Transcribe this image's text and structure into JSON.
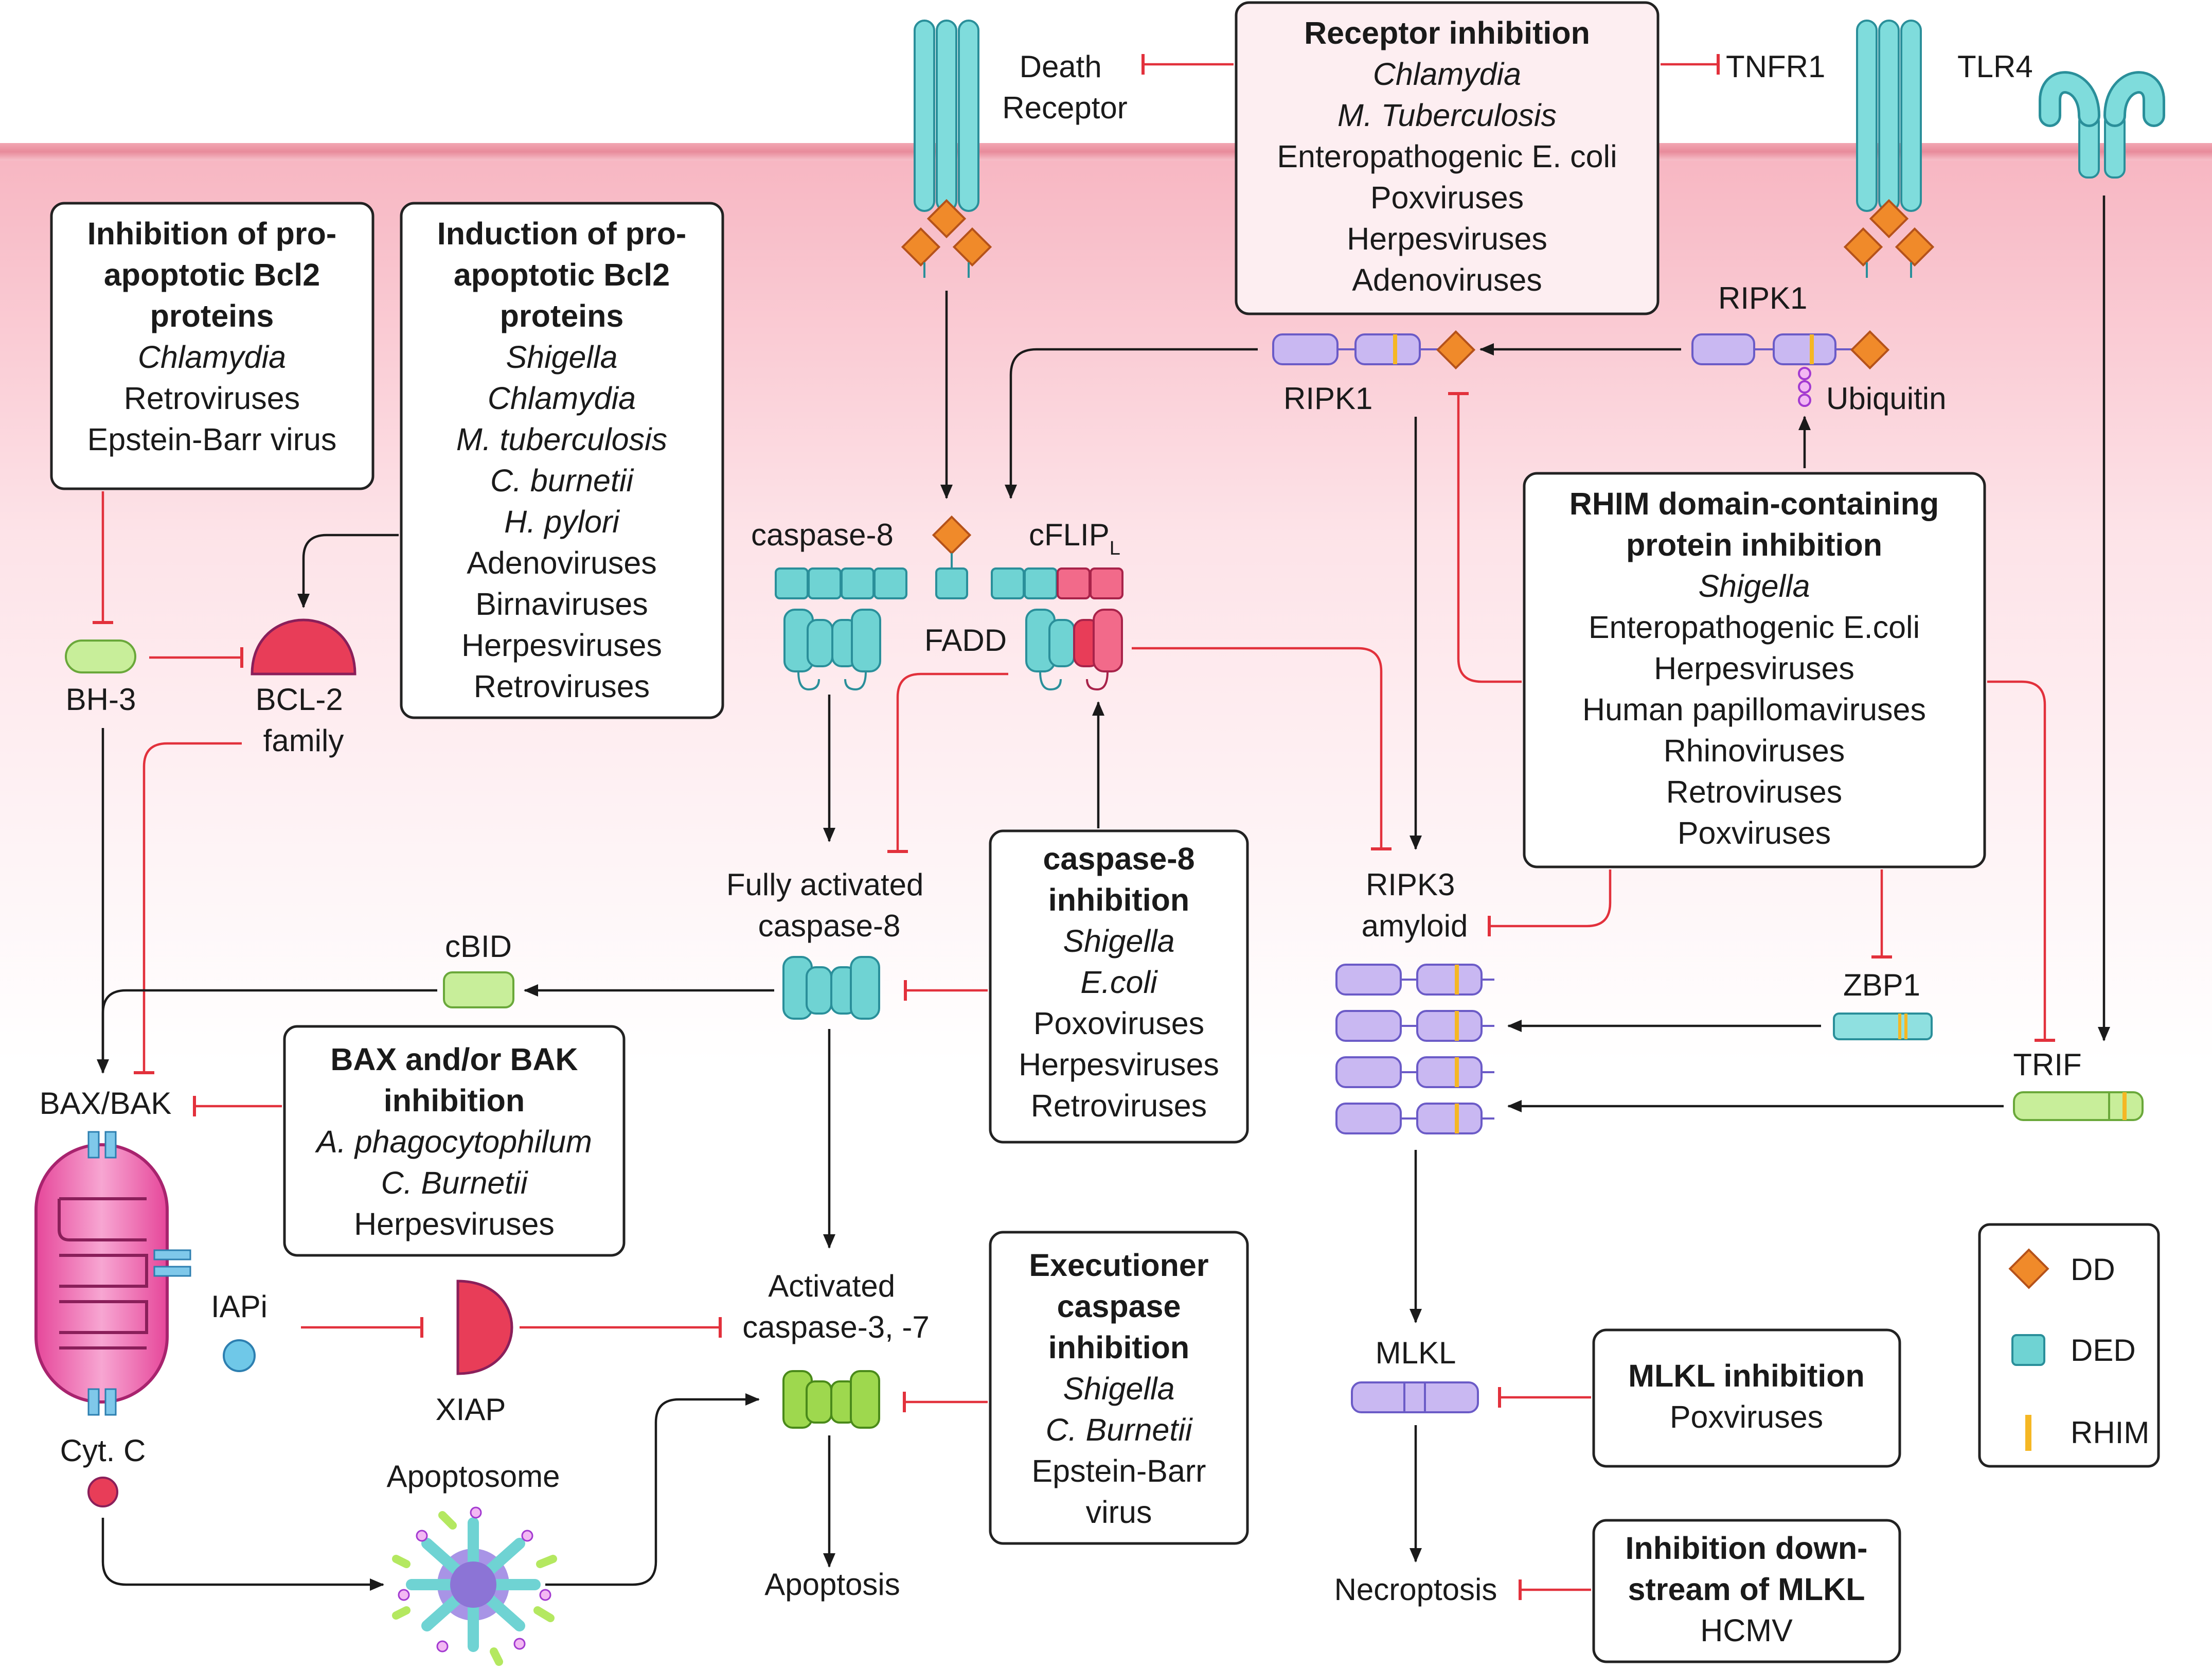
{
  "colors": {
    "membrane": "#f4a6b4",
    "inhibition": "#e2313c",
    "activation": "#1a1a1a",
    "dd": "#f07a22",
    "ded": "#6fd3d3",
    "rhim": "#f5b724",
    "ripk": "#c4b3ef",
    "green_protein": "#c8ee9a",
    "red_protein": "#e83d58",
    "mito": "#e0529f"
  },
  "labels": {
    "death_receptor": [
      "Death",
      "Receptor"
    ],
    "tnfr1": "TNFR1",
    "tlr4": "TLR4",
    "ripk1_top": "RIPK1",
    "ripk1_mid": "RIPK1",
    "ubiquitin": "Ubiquitin",
    "caspase8": "caspase-8",
    "cflip_main": "cFLIP",
    "cflip_sub": "L",
    "fadd": "FADD",
    "bh3": "BH-3",
    "bcl2": [
      "BCL-2",
      "family"
    ],
    "fully_activated": [
      "Fully activated",
      "caspase-8"
    ],
    "cbid": "cBID",
    "baxbak": "BAX/BAK",
    "ripk3": [
      "RIPK3",
      "amyloid"
    ],
    "zbp1": "ZBP1",
    "trif": "TRIF",
    "iapi": "IAPi",
    "xiap": "XIAP",
    "activated": [
      "Activated",
      "caspase-3, -7"
    ],
    "cytc": "Cyt. C",
    "apoptosome": "Apoptosome",
    "apoptosis": "Apoptosis",
    "mlkl": "MLKL",
    "necroptosis": "Necroptosis"
  },
  "legend": {
    "dd": "DD",
    "ded": "DED",
    "rhim": "RHIM"
  },
  "boxes": {
    "receptor_inhibition": {
      "title": "Receptor inhibition",
      "items": [
        "Chlamydia",
        "M. Tuberculosis",
        "Enteropathogenic E. coli",
        "Poxviruses",
        "Herpesviruses",
        "Adenoviruses"
      ]
    },
    "inhibition_bcl2": {
      "title": [
        "Inhibition of pro-",
        "apoptotic Bcl2",
        "proteins"
      ],
      "items": [
        "Chlamydia",
        "Retroviruses",
        "Epstein-Barr virus"
      ]
    },
    "induction_bcl2": {
      "title": [
        "Induction of pro-",
        "apoptotic Bcl2",
        "proteins"
      ],
      "items": [
        "Shigella",
        "Chlamydia",
        "M. tuberculosis",
        "C. burnetii",
        "H. pylori",
        "Adenoviruses",
        "Birnaviruses",
        "Herpesviruses",
        "Retroviruses"
      ]
    },
    "rhim_inhibition": {
      "title": [
        "RHIM domain-containing",
        "protein inhibition"
      ],
      "items": [
        "Shigella",
        "Enteropathogenic E.coli",
        "Herpesviruses",
        "Human papillomaviruses",
        "Rhinoviruses",
        "Retroviruses",
        "Poxviruses"
      ]
    },
    "caspase8_inhibition": {
      "title": [
        "caspase-8",
        "inhibition"
      ],
      "items": [
        "Shigella",
        "E.coli",
        "Poxoviruses",
        "Herpesviruses",
        "Retroviruses"
      ]
    },
    "bax_inhibition": {
      "title": [
        "BAX and/or BAK",
        "inhibition"
      ],
      "items": [
        "A. phagocytophilum",
        "C. Burnetii",
        "Herpesviruses"
      ]
    },
    "executioner_inhibition": {
      "title": [
        "Executioner",
        "caspase",
        "inhibition"
      ],
      "items": [
        "Shigella",
        "C. Burnetii",
        "Epstein-Barr",
        "virus"
      ]
    },
    "mlkl_inhibition": {
      "title": "MLKL inhibition",
      "items": [
        "Poxviruses"
      ]
    },
    "downstream_mlkl": {
      "title": [
        "Inhibition down-",
        "stream of MLKL"
      ],
      "items": [
        "HCMV"
      ]
    }
  }
}
